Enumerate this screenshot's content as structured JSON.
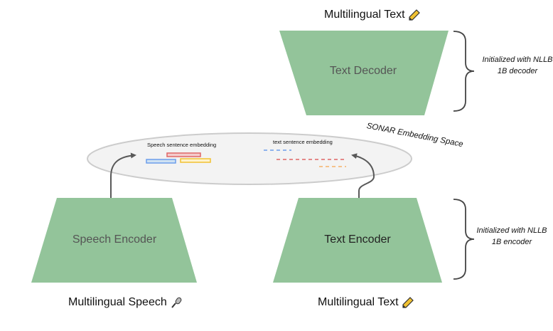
{
  "top_output": {
    "label": "Multilingual Text",
    "icon": "pencil-icon"
  },
  "decoder": {
    "label": "Text Decoder",
    "init_note": "Initialized with NLLB 1B decoder"
  },
  "embedding_space": {
    "label": "SONAR Embedding Space",
    "speech_embedding_label": "Speech sentence embedding",
    "text_embedding_label": "text sentence embedding",
    "speech_bar_colors": [
      "#e06666",
      "#6d9eeb",
      "#f1c232"
    ],
    "text_dash_colors": [
      "#6d9eeb",
      "#e06666",
      "#f6b26b"
    ]
  },
  "speech_encoder": {
    "label": "Speech Encoder"
  },
  "text_encoder": {
    "label": "Text Encoder",
    "init_note": "Initialized with NLLB 1B encoder"
  },
  "bottom_inputs": {
    "speech": {
      "label": "Multilingual Speech",
      "icon": "microphone-icon"
    },
    "text": {
      "label": "Multilingual Text",
      "icon": "pencil-icon"
    }
  },
  "colors": {
    "block_fill": "#93c49a",
    "ellipse_fill": "#f3f3f3",
    "ellipse_stroke": "#cccccc",
    "arrow": "#595959",
    "brace": "#444444"
  }
}
